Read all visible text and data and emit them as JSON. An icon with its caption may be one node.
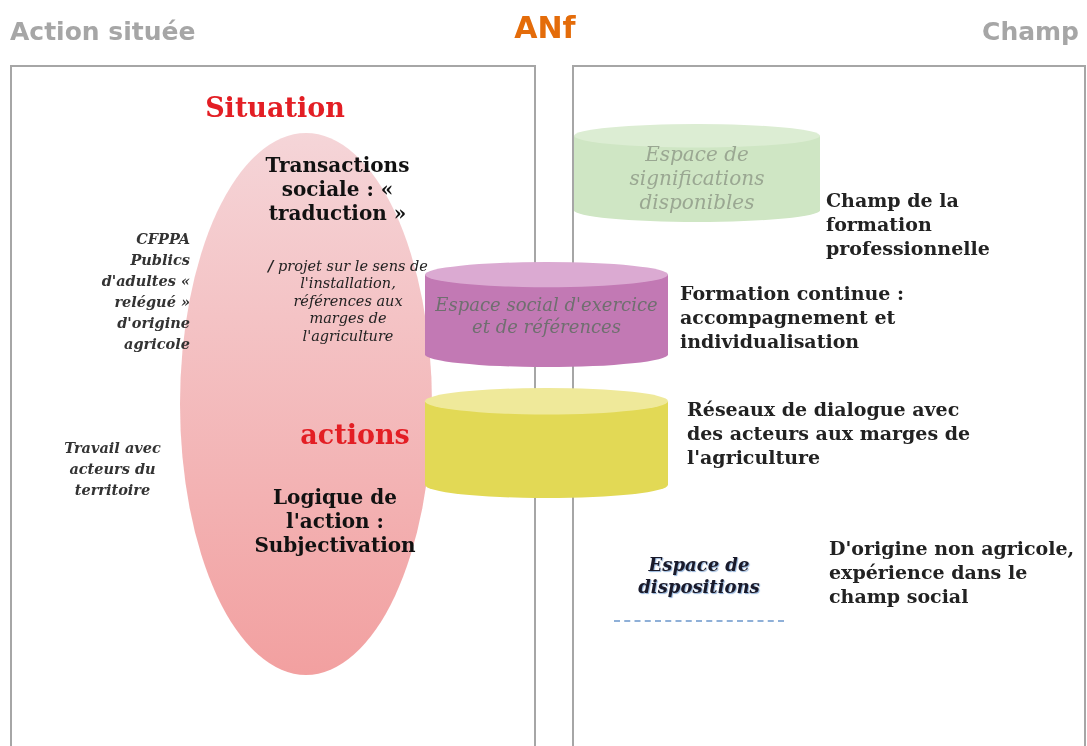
{
  "diagram": {
    "title": "ANf",
    "nodes": [
      {
        "text": [
          "Action située"
        ]
      },
      {
        "text": [
          "Champ"
        ]
      },
      {
        "text": [
          "Transactions sociale : « traduction »",
          "**/** projet sur le sens de l'installation, références aux marges de l'agriculture",
          "actions",
          "Logique de l'action : Subjectivation"
        ],
        "beside": [
          "Situation"
        ],
        "in": 0
      },
      {
        "text": [
          "Espace de significations disponibles"
        ],
        "beside": [
          "Champ de la formation professionnelle"
        ],
        "in": 1
      },
      {
        "text": [
          "Espace social d'exercice et de références"
        ],
        "beside": [
          "Formation continue : accompagnement et individualisation"
        ]
      },
      {
        "text": [],
        "shape": "cylinder",
        "beside": [
          "Réseaux de dialogue avec des acteurs aux marges de l'agriculture"
        ]
      },
      {
        "text": [
          "Espace de dispositions"
        ],
        "beside": [
          "D'origine non agricole, expérience dans le champ social"
        ],
        "in": 1
      }
    ],
    "labels": [
      "CFPPA Publics d'adultes « relégué » d'origine agricole",
      "Travail avec acteurs du territoire"
    ]
  }
}
